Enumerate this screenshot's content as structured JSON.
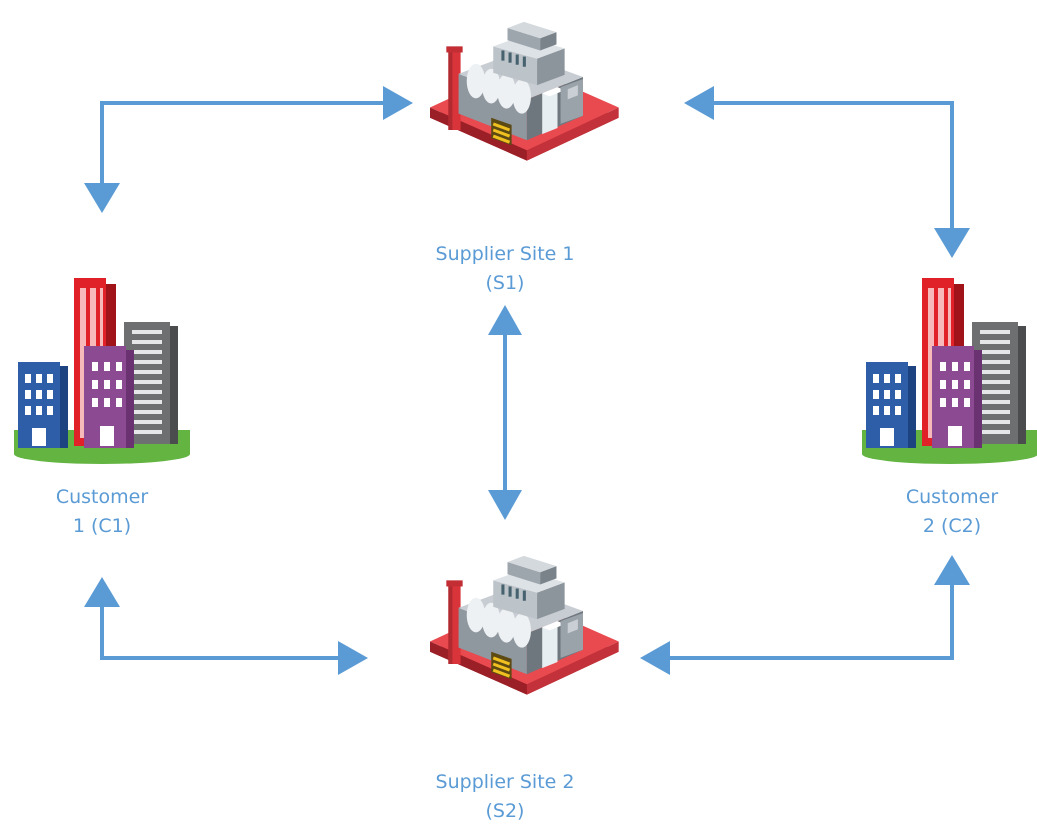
{
  "diagram": {
    "nodes": {
      "s1": {
        "line1": "Supplier Site 1",
        "line2": "(S1)",
        "icon": "factory-icon"
      },
      "s2": {
        "line1": "Supplier Site 2",
        "line2": "(S2)",
        "icon": "factory-icon"
      },
      "c1": {
        "line1": "Customer",
        "line2": "1 (C1)",
        "icon": "office-buildings-icon"
      },
      "c2": {
        "line1": "Customer",
        "line2": "2 (C2)",
        "icon": "office-buildings-icon"
      }
    },
    "edges": [
      {
        "from": "c1",
        "to": "s1",
        "bidirectional": true
      },
      {
        "from": "s1",
        "to": "c2",
        "bidirectional": true
      },
      {
        "from": "s1",
        "to": "s2",
        "bidirectional": true
      },
      {
        "from": "c1",
        "to": "s2",
        "bidirectional": true
      },
      {
        "from": "c2",
        "to": "s2",
        "bidirectional": true
      }
    ],
    "colors": {
      "arrow": "#5b9bd5",
      "label": "#5b9bd5"
    }
  }
}
